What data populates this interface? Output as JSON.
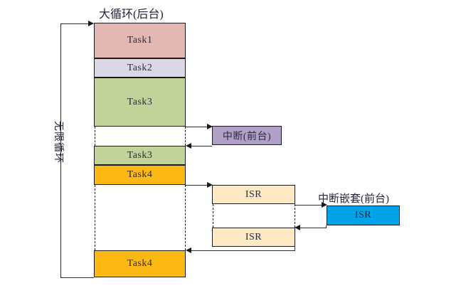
{
  "diagram": {
    "title_main": "大循环(后台)",
    "title_interrupt": "中断(前台)",
    "title_nested": "中断嵌套(前台)",
    "loop_label": "无限循环",
    "colors": {
      "task1": "#e3b7b4",
      "task2": "#dcd7e6",
      "task3": "#c2d39a",
      "task4": "#fcb813",
      "interrupt": "#b0a0c8",
      "isr": "#fdeac4",
      "isr_nested": "#00a2e8",
      "stroke": "#1a1a1a"
    },
    "background_blocks": [
      {
        "label": "Task1",
        "fill": "task1"
      },
      {
        "label": "Task2",
        "fill": "task2"
      },
      {
        "label": "Task3",
        "fill": "task3"
      },
      {
        "label": "Task3",
        "fill": "task3"
      },
      {
        "label": "Task4",
        "fill": "task4"
      },
      {
        "label": "Task4",
        "fill": "task4"
      }
    ],
    "interrupt_blocks": [
      {
        "label": "中断(前台)",
        "fill": "interrupt"
      },
      {
        "label": "ISR",
        "fill": "isr"
      },
      {
        "label": "ISR",
        "fill": "isr"
      },
      {
        "label": "ISR",
        "fill": "isr_nested"
      }
    ],
    "bottom_caption": ""
  }
}
